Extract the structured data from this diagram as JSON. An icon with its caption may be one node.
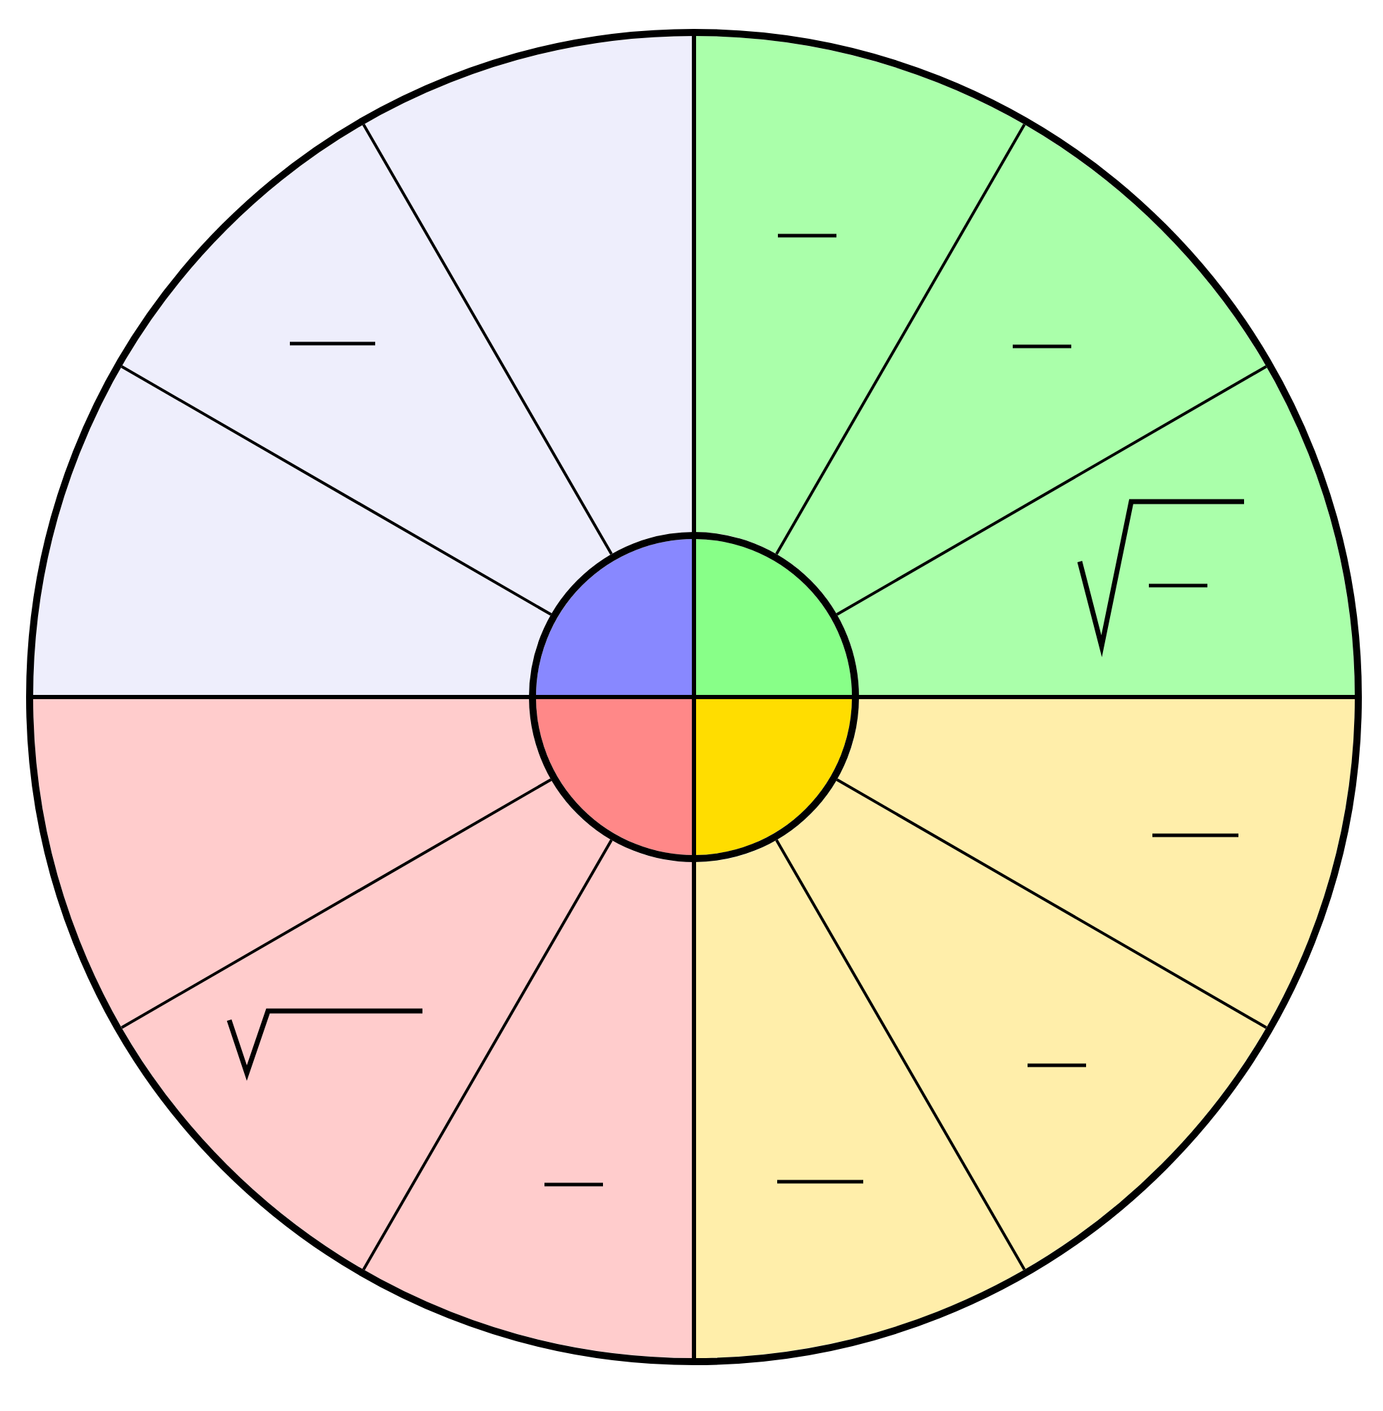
{
  "diagram": {
    "nodes": [
      {
        "text": [],
        "shape": "sector"
      },
      {
        "text": [],
        "shape": "sector"
      },
      {
        "text": [],
        "shape": "sector"
      },
      {
        "text": [],
        "shape": "sector"
      },
      {
        "text": [],
        "shape": "sector"
      },
      {
        "text": [],
        "shape": "sector"
      },
      {
        "text": [],
        "shape": "sector"
      },
      {
        "text": [],
        "shape": "sector"
      },
      {
        "text": [],
        "shape": "sector"
      },
      {
        "text": [],
        "shape": "sector"
      },
      {
        "text": [],
        "shape": "sector"
      },
      {
        "text": [],
        "shape": "sector"
      },
      {
        "text": [],
        "shape": "quadrant"
      },
      {
        "text": [],
        "shape": "quadrant"
      },
      {
        "text": [],
        "shape": "quadrant"
      },
      {
        "text": [],
        "shape": "quadrant"
      }
    ]
  }
}
